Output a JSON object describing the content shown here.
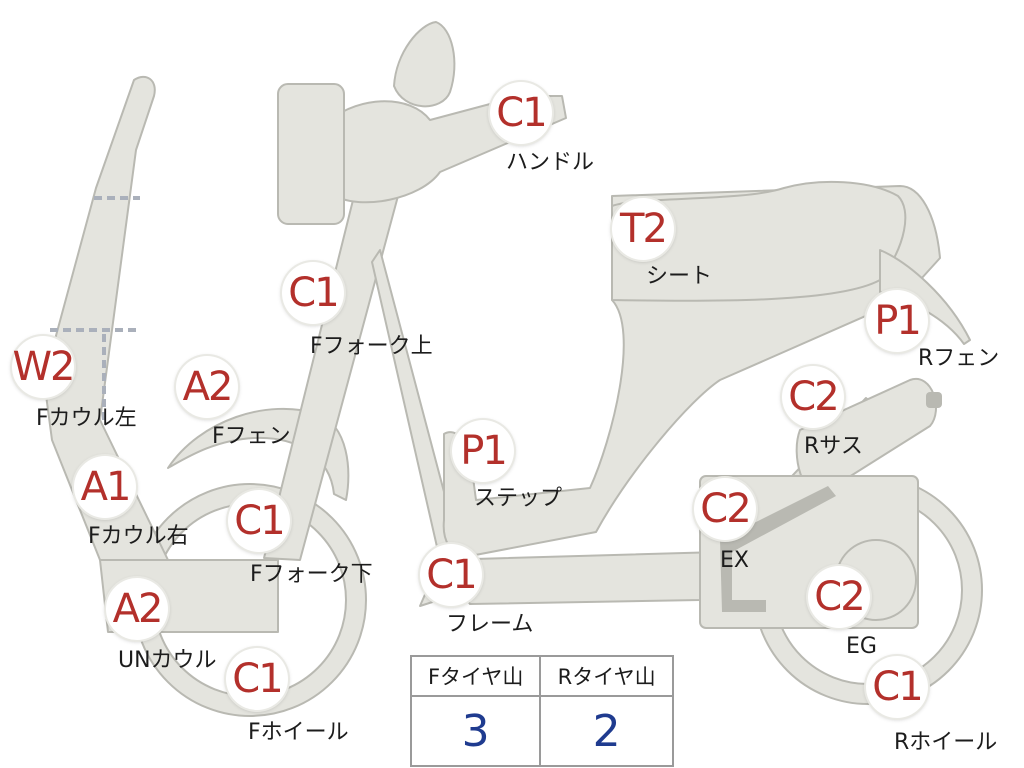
{
  "labels": {
    "handle": {
      "code": "C1",
      "part": "ハンドル"
    },
    "f_fork_top": {
      "code": "C1",
      "part": "Fフォーク上"
    },
    "f_cowl_left": {
      "code": "W2",
      "part": "Fカウル左"
    },
    "f_fender": {
      "code": "A2",
      "part": "Fフェン"
    },
    "f_cowl_right": {
      "code": "A1",
      "part": "Fカウル右"
    },
    "f_fork_bottom": {
      "code": "C1",
      "part": "Fフォーク下"
    },
    "un_cowl": {
      "code": "A2",
      "part": "UNカウル"
    },
    "f_wheel": {
      "code": "C1",
      "part": "Fホイール"
    },
    "seat": {
      "code": "T2",
      "part": "シート"
    },
    "r_fender": {
      "code": "P1",
      "part": "Rフェン"
    },
    "r_sus": {
      "code": "C2",
      "part": "Rサス"
    },
    "step": {
      "code": "P1",
      "part": "ステップ"
    },
    "ex": {
      "code": "C2",
      "part": "EX"
    },
    "frame": {
      "code": "C1",
      "part": "フレーム"
    },
    "eg": {
      "code": "C2",
      "part": "EG"
    },
    "r_wheel": {
      "code": "C1",
      "part": "Rホイール"
    }
  },
  "tread_table": {
    "headers": [
      "Fタイヤ山",
      "Rタイヤ山"
    ],
    "values": [
      "3",
      "2"
    ]
  },
  "colors": {
    "part_fill": "#e4e4de",
    "part_stroke": "#b9b9b2",
    "code_text": "#b3302b",
    "value_text": "#1f3b8f"
  }
}
